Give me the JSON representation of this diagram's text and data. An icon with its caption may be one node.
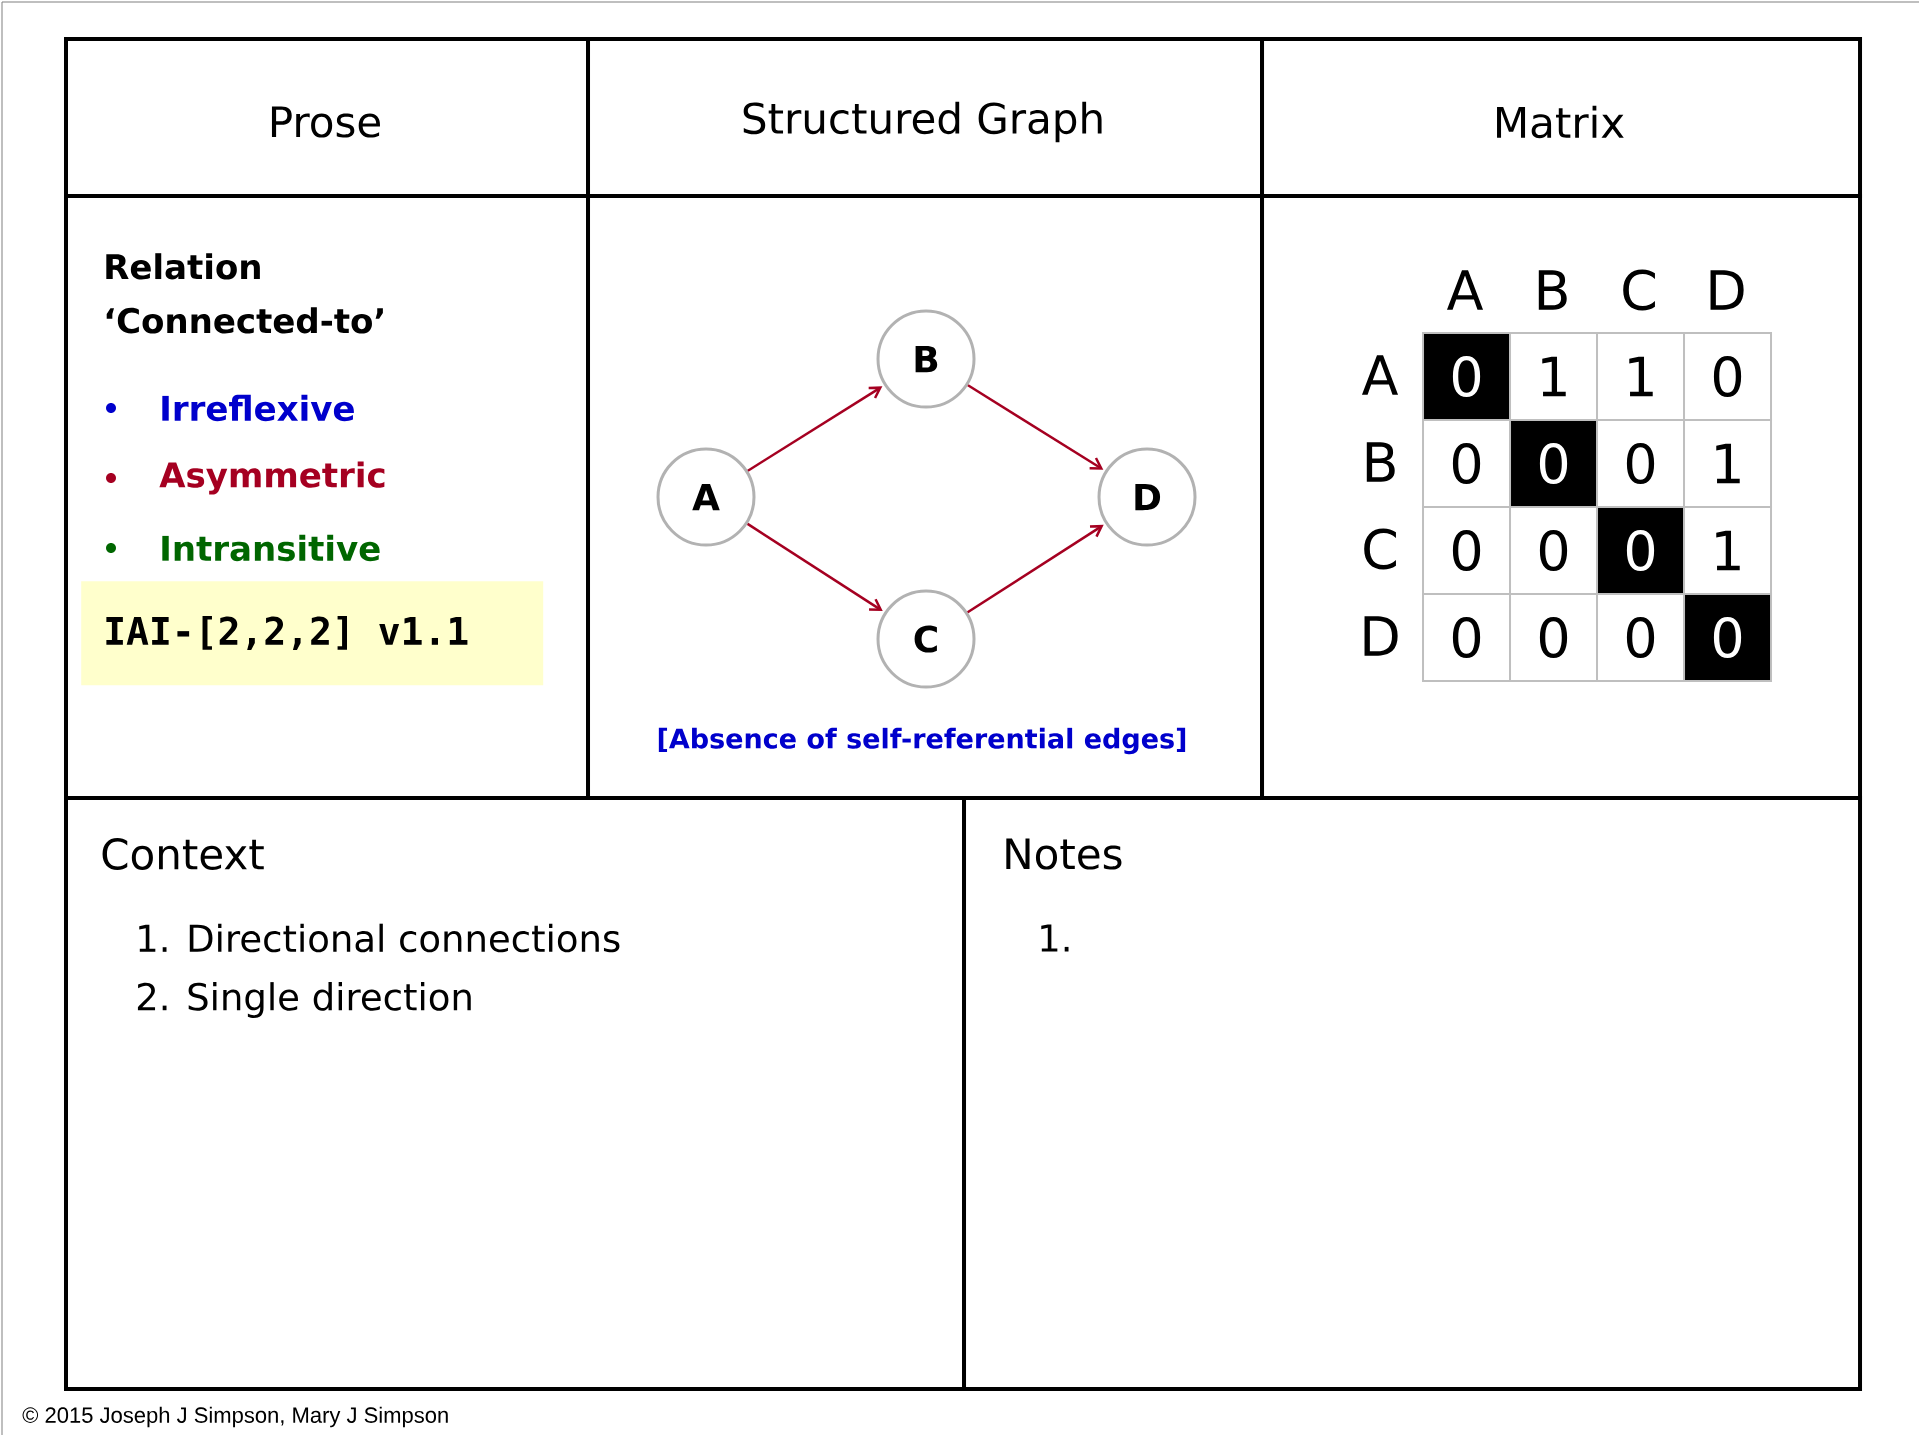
{
  "diagram": {
    "nodes": [
      {
        "text": [
          "Prose"
        ]
      },
      {
        "text": [
          "Structured Graph"
        ]
      },
      {
        "text": [
          "Matrix"
        ]
      },
      {
        "text": [
          "Relation ‘Connected-to’",
          "Irreflexive",
          "Asymmetric",
          "Intransitive"
        ]
      },
      {
        "text": [
          "IAI-[2,2,2] v1.1"
        ],
        "in": 3
      },
      {
        "text": [
          "[Absence of self-referential edges]"
        ]
      },
      {
        "text": [
          "A"
        ],
        "in": 5
      },
      {
        "text": [
          "B"
        ],
        "in": 5
      },
      {
        "text": [
          "C"
        ],
        "in": 5
      },
      {
        "text": [
          "D"
        ],
        "in": 5
      },
      {
        "text": [],
        "shape": "box"
      },
      {
        "text": [
          "Context",
          "1. Directional connections",
          "2. Single direction"
        ]
      },
      {
        "text": [
          "Notes",
          "1."
        ]
      }
    ],
    "edges": [
      {
        "from": 6,
        "to": 7,
        "arrow": "to"
      },
      {
        "from": 7,
        "to": 9,
        "arrow": "to"
      },
      {
        "from": 6,
        "to": 8,
        "arrow": "to"
      },
      {
        "from": 8,
        "to": 9,
        "arrow": "to"
      }
    ],
    "labels": [
      "A",
      "B",
      "C",
      "D",
      "A",
      "0",
      "1",
      "1",
      "0",
      "B",
      "0",
      "0",
      "0",
      "1",
      "C",
      "0",
      "0",
      "0",
      "1",
      "D",
      "0",
      "0",
      "0",
      "0",
      "© 2015 Joseph J Simpson, Mary J Simpson"
    ]
  }
}
